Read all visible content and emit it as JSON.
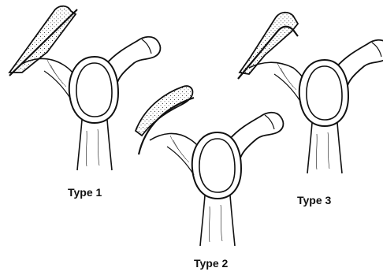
{
  "labels": {
    "type1": "Type 1",
    "type2": "Type 2",
    "type3": "Type 3"
  },
  "colors": {
    "ink": "#111111",
    "background": "#ffffff"
  }
}
